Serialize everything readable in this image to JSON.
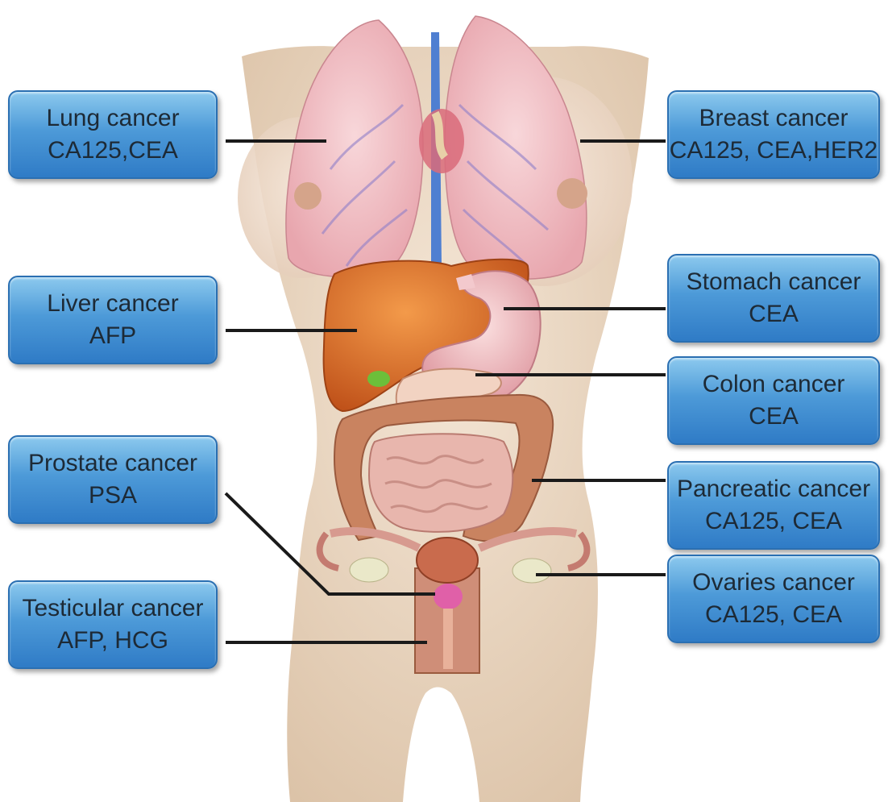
{
  "labels": {
    "lung": {
      "title": "Lung cancer",
      "markers": "CA125,CEA"
    },
    "breast": {
      "title": "Breast cancer",
      "markers": "CA125, CEA,HER2"
    },
    "liver": {
      "title": "Liver cancer",
      "markers": "AFP"
    },
    "stomach": {
      "title": "Stomach cancer",
      "markers": "CEA"
    },
    "colon": {
      "title": "Colon cancer",
      "markers": "CEA"
    },
    "prostate": {
      "title": "Prostate cancer",
      "markers": "PSA"
    },
    "pancreatic": {
      "title": "Pancreatic cancer",
      "markers": "CA125, CEA"
    },
    "testicular": {
      "title": "Testicular cancer",
      "markers": "AFP, HCG"
    },
    "ovaries": {
      "title": "Ovaries cancer",
      "markers": "CA125, CEA"
    }
  },
  "colors": {
    "skin": "#ecd9c4",
    "lung": "#f3c3c8",
    "liver": "#d9661f",
    "stomach": "#f0b3b8",
    "intestine": "#d49a84",
    "colon": "#c97e60",
    "box": "#4d9ad8",
    "connector": "#1a1a1a"
  }
}
